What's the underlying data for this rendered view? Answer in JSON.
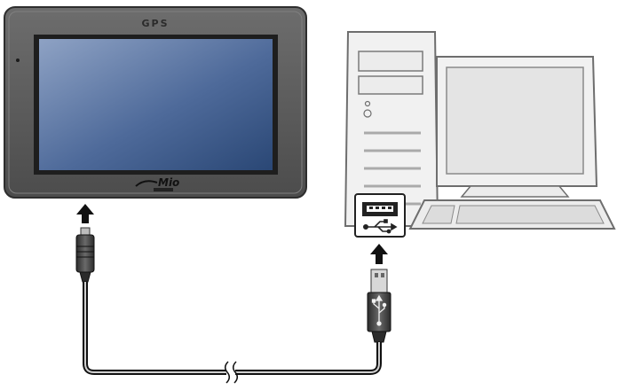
{
  "gps_device": {
    "label": "GPS",
    "brand": "Mio",
    "colors": {
      "body": "#5a5a5a",
      "screen_top": "#8ea2c4",
      "screen_bottom": "#2a4775"
    }
  },
  "computer": {
    "colors": {
      "case": "#f0f0f0",
      "outline": "#6e6e6e",
      "monitor_screen": "#e4e4e4"
    }
  },
  "connection": {
    "cable_type": "usb",
    "icons": [
      "usb-port-icon",
      "usb-trident-icon",
      "up-arrow-icon"
    ]
  }
}
